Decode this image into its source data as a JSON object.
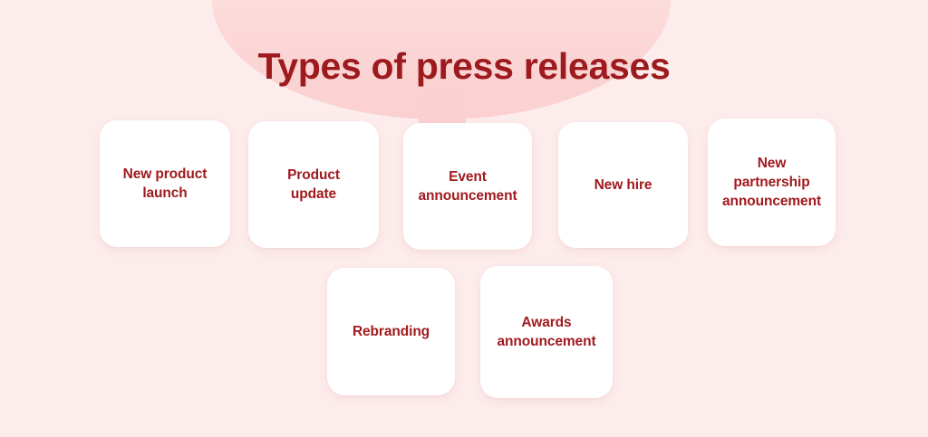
{
  "page": {
    "title": "Types of press releases",
    "background_color": "#fdecec",
    "accent_color": "#fbd2d2",
    "text_color": "#a01a1e"
  },
  "cards": {
    "row1": [
      {
        "label": "New product\nlaunch"
      },
      {
        "label": "Product\nupdate"
      },
      {
        "label": "Event\nannouncement"
      },
      {
        "label": "New hire"
      },
      {
        "label": "New\npartnership\nannouncement"
      }
    ],
    "row2": [
      {
        "label": "Rebranding"
      },
      {
        "label": "Awards\nannouncement"
      }
    ]
  }
}
